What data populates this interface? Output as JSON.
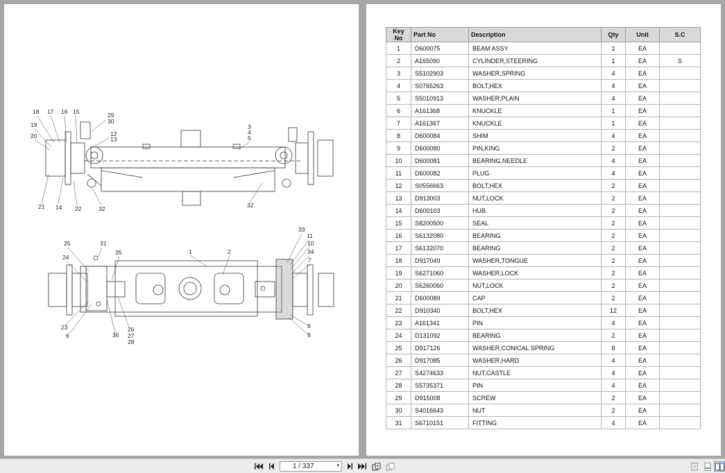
{
  "viewer": {
    "page_current": "1",
    "page_sep": " / ",
    "page_total": "337",
    "colors": {
      "background": "#a6a6a6",
      "toolbar": "#ececec",
      "header_fill": "#d9d9d9"
    },
    "icons": [
      "first-page-icon",
      "prev-page-icon",
      "next-page-icon",
      "last-page-icon",
      "insert-page-icon",
      "copy-page-icon",
      "single-page-icon",
      "continuous-page-icon",
      "two-page-icon"
    ]
  },
  "diagram": {
    "callouts": [
      {
        "id": "c18",
        "text": "18"
      },
      {
        "id": "c17",
        "text": "17"
      },
      {
        "id": "c16",
        "text": "16"
      },
      {
        "id": "c15",
        "text": "15"
      },
      {
        "id": "c29",
        "text": "29"
      },
      {
        "id": "c30",
        "text": "30"
      },
      {
        "id": "c19",
        "text": "19"
      },
      {
        "id": "c12",
        "text": "12"
      },
      {
        "id": "c13",
        "text": "13"
      },
      {
        "id": "c20",
        "text": "20"
      },
      {
        "id": "c3",
        "text": "3"
      },
      {
        "id": "c4",
        "text": "4"
      },
      {
        "id": "c5",
        "text": "5"
      },
      {
        "id": "c21",
        "text": "21"
      },
      {
        "id": "c14",
        "text": "14"
      },
      {
        "id": "c22",
        "text": "22"
      },
      {
        "id": "c32a",
        "text": "32"
      },
      {
        "id": "c32b",
        "text": "32"
      },
      {
        "id": "c33",
        "text": "33"
      },
      {
        "id": "c11",
        "text": "11"
      },
      {
        "id": "c10",
        "text": "10"
      },
      {
        "id": "c34",
        "text": "34"
      },
      {
        "id": "c7",
        "text": "7"
      },
      {
        "id": "c25",
        "text": "25"
      },
      {
        "id": "c31",
        "text": "31"
      },
      {
        "id": "c35",
        "text": "35"
      },
      {
        "id": "c1",
        "text": "1"
      },
      {
        "id": "c2",
        "text": "2"
      },
      {
        "id": "c24",
        "text": "24"
      },
      {
        "id": "c23",
        "text": "23"
      },
      {
        "id": "c6",
        "text": "6"
      },
      {
        "id": "c36",
        "text": "36"
      },
      {
        "id": "c26",
        "text": "26"
      },
      {
        "id": "c27",
        "text": "27"
      },
      {
        "id": "c28",
        "text": "28"
      },
      {
        "id": "c8",
        "text": "8"
      },
      {
        "id": "c9",
        "text": "9"
      }
    ]
  },
  "parts_table": {
    "headers": {
      "key": "Key No",
      "part": "Part No",
      "desc": "Description",
      "qty": "Qty",
      "unit": "Unit",
      "sc": "S.C"
    },
    "rows": [
      {
        "key": "1",
        "part": "D600075",
        "desc": "BEAM ASSY",
        "qty": "1",
        "unit": "EA",
        "sc": ""
      },
      {
        "key": "2",
        "part": "A165090",
        "desc": "CYLINDER,STEERING",
        "qty": "1",
        "unit": "EA",
        "sc": "S"
      },
      {
        "key": "3",
        "part": "S5102903",
        "desc": "WASHER,SPRING",
        "qty": "4",
        "unit": "EA",
        "sc": ""
      },
      {
        "key": "4",
        "part": "S0765263",
        "desc": "BOLT,HEX",
        "qty": "4",
        "unit": "EA",
        "sc": ""
      },
      {
        "key": "5",
        "part": "S5010913",
        "desc": "WASHER,PLAIN",
        "qty": "4",
        "unit": "EA",
        "sc": ""
      },
      {
        "key": "6",
        "part": "A161368",
        "desc": "KNUCKLE",
        "qty": "1",
        "unit": "EA",
        "sc": ""
      },
      {
        "key": "7",
        "part": "A161367",
        "desc": "KNUCKLE",
        "qty": "1",
        "unit": "EA",
        "sc": ""
      },
      {
        "key": "8",
        "part": "D600084",
        "desc": "SHIM",
        "qty": "4",
        "unit": "EA",
        "sc": ""
      },
      {
        "key": "9",
        "part": "D600080",
        "desc": "PIN,KING",
        "qty": "2",
        "unit": "EA",
        "sc": ""
      },
      {
        "key": "10",
        "part": "D600081",
        "desc": "BEARING,NEEDLE",
        "qty": "4",
        "unit": "EA",
        "sc": ""
      },
      {
        "key": "11",
        "part": "D600082",
        "desc": "PLUG",
        "qty": "4",
        "unit": "EA",
        "sc": ""
      },
      {
        "key": "12",
        "part": "S0556663",
        "desc": "BOLT,HEX",
        "qty": "2",
        "unit": "EA",
        "sc": ""
      },
      {
        "key": "13",
        "part": "D913003",
        "desc": "NUT,LOCK",
        "qty": "2",
        "unit": "EA",
        "sc": ""
      },
      {
        "key": "14",
        "part": "D600103",
        "desc": "HUB",
        "qty": "2",
        "unit": "EA",
        "sc": ""
      },
      {
        "key": "15",
        "part": "S8200500",
        "desc": "SEAL",
        "qty": "2",
        "unit": "EA",
        "sc": ""
      },
      {
        "key": "16",
        "part": "S6132080",
        "desc": "BEARING",
        "qty": "2",
        "unit": "EA",
        "sc": ""
      },
      {
        "key": "17",
        "part": "S6132070",
        "desc": "BEARING",
        "qty": "2",
        "unit": "EA",
        "sc": ""
      },
      {
        "key": "18",
        "part": "D917049",
        "desc": "WASHER,TONGUE",
        "qty": "2",
        "unit": "EA",
        "sc": ""
      },
      {
        "key": "19",
        "part": "S6271060",
        "desc": "WASHER,LOCK",
        "qty": "2",
        "unit": "EA",
        "sc": ""
      },
      {
        "key": "20",
        "part": "S6260060",
        "desc": "NUT,LOCK",
        "qty": "2",
        "unit": "EA",
        "sc": ""
      },
      {
        "key": "21",
        "part": "D600089",
        "desc": "CAP",
        "qty": "2",
        "unit": "EA",
        "sc": ""
      },
      {
        "key": "22",
        "part": "D910340",
        "desc": "BOLT,HEX",
        "qty": "12",
        "unit": "EA",
        "sc": ""
      },
      {
        "key": "23",
        "part": "A161341",
        "desc": "PIN",
        "qty": "4",
        "unit": "EA",
        "sc": ""
      },
      {
        "key": "24",
        "part": "D131092",
        "desc": "BEARING",
        "qty": "2",
        "unit": "EA",
        "sc": ""
      },
      {
        "key": "25",
        "part": "D917126",
        "desc": "WASHER,CONICAL SPRING",
        "qty": "8",
        "unit": "EA",
        "sc": ""
      },
      {
        "key": "26",
        "part": "D917085",
        "desc": "WASHER,HARD",
        "qty": "4",
        "unit": "EA",
        "sc": ""
      },
      {
        "key": "27",
        "part": "S4274633",
        "desc": "NUT,CASTLE",
        "qty": "4",
        "unit": "EA",
        "sc": ""
      },
      {
        "key": "28",
        "part": "S5735371",
        "desc": "PIN",
        "qty": "4",
        "unit": "EA",
        "sc": ""
      },
      {
        "key": "29",
        "part": "D915008",
        "desc": "SCREW",
        "qty": "2",
        "unit": "EA",
        "sc": ""
      },
      {
        "key": "30",
        "part": "S4016643",
        "desc": "NUT",
        "qty": "2",
        "unit": "EA",
        "sc": ""
      },
      {
        "key": "31",
        "part": "S6710151",
        "desc": "FITTING",
        "qty": "4",
        "unit": "EA",
        "sc": ""
      }
    ]
  }
}
